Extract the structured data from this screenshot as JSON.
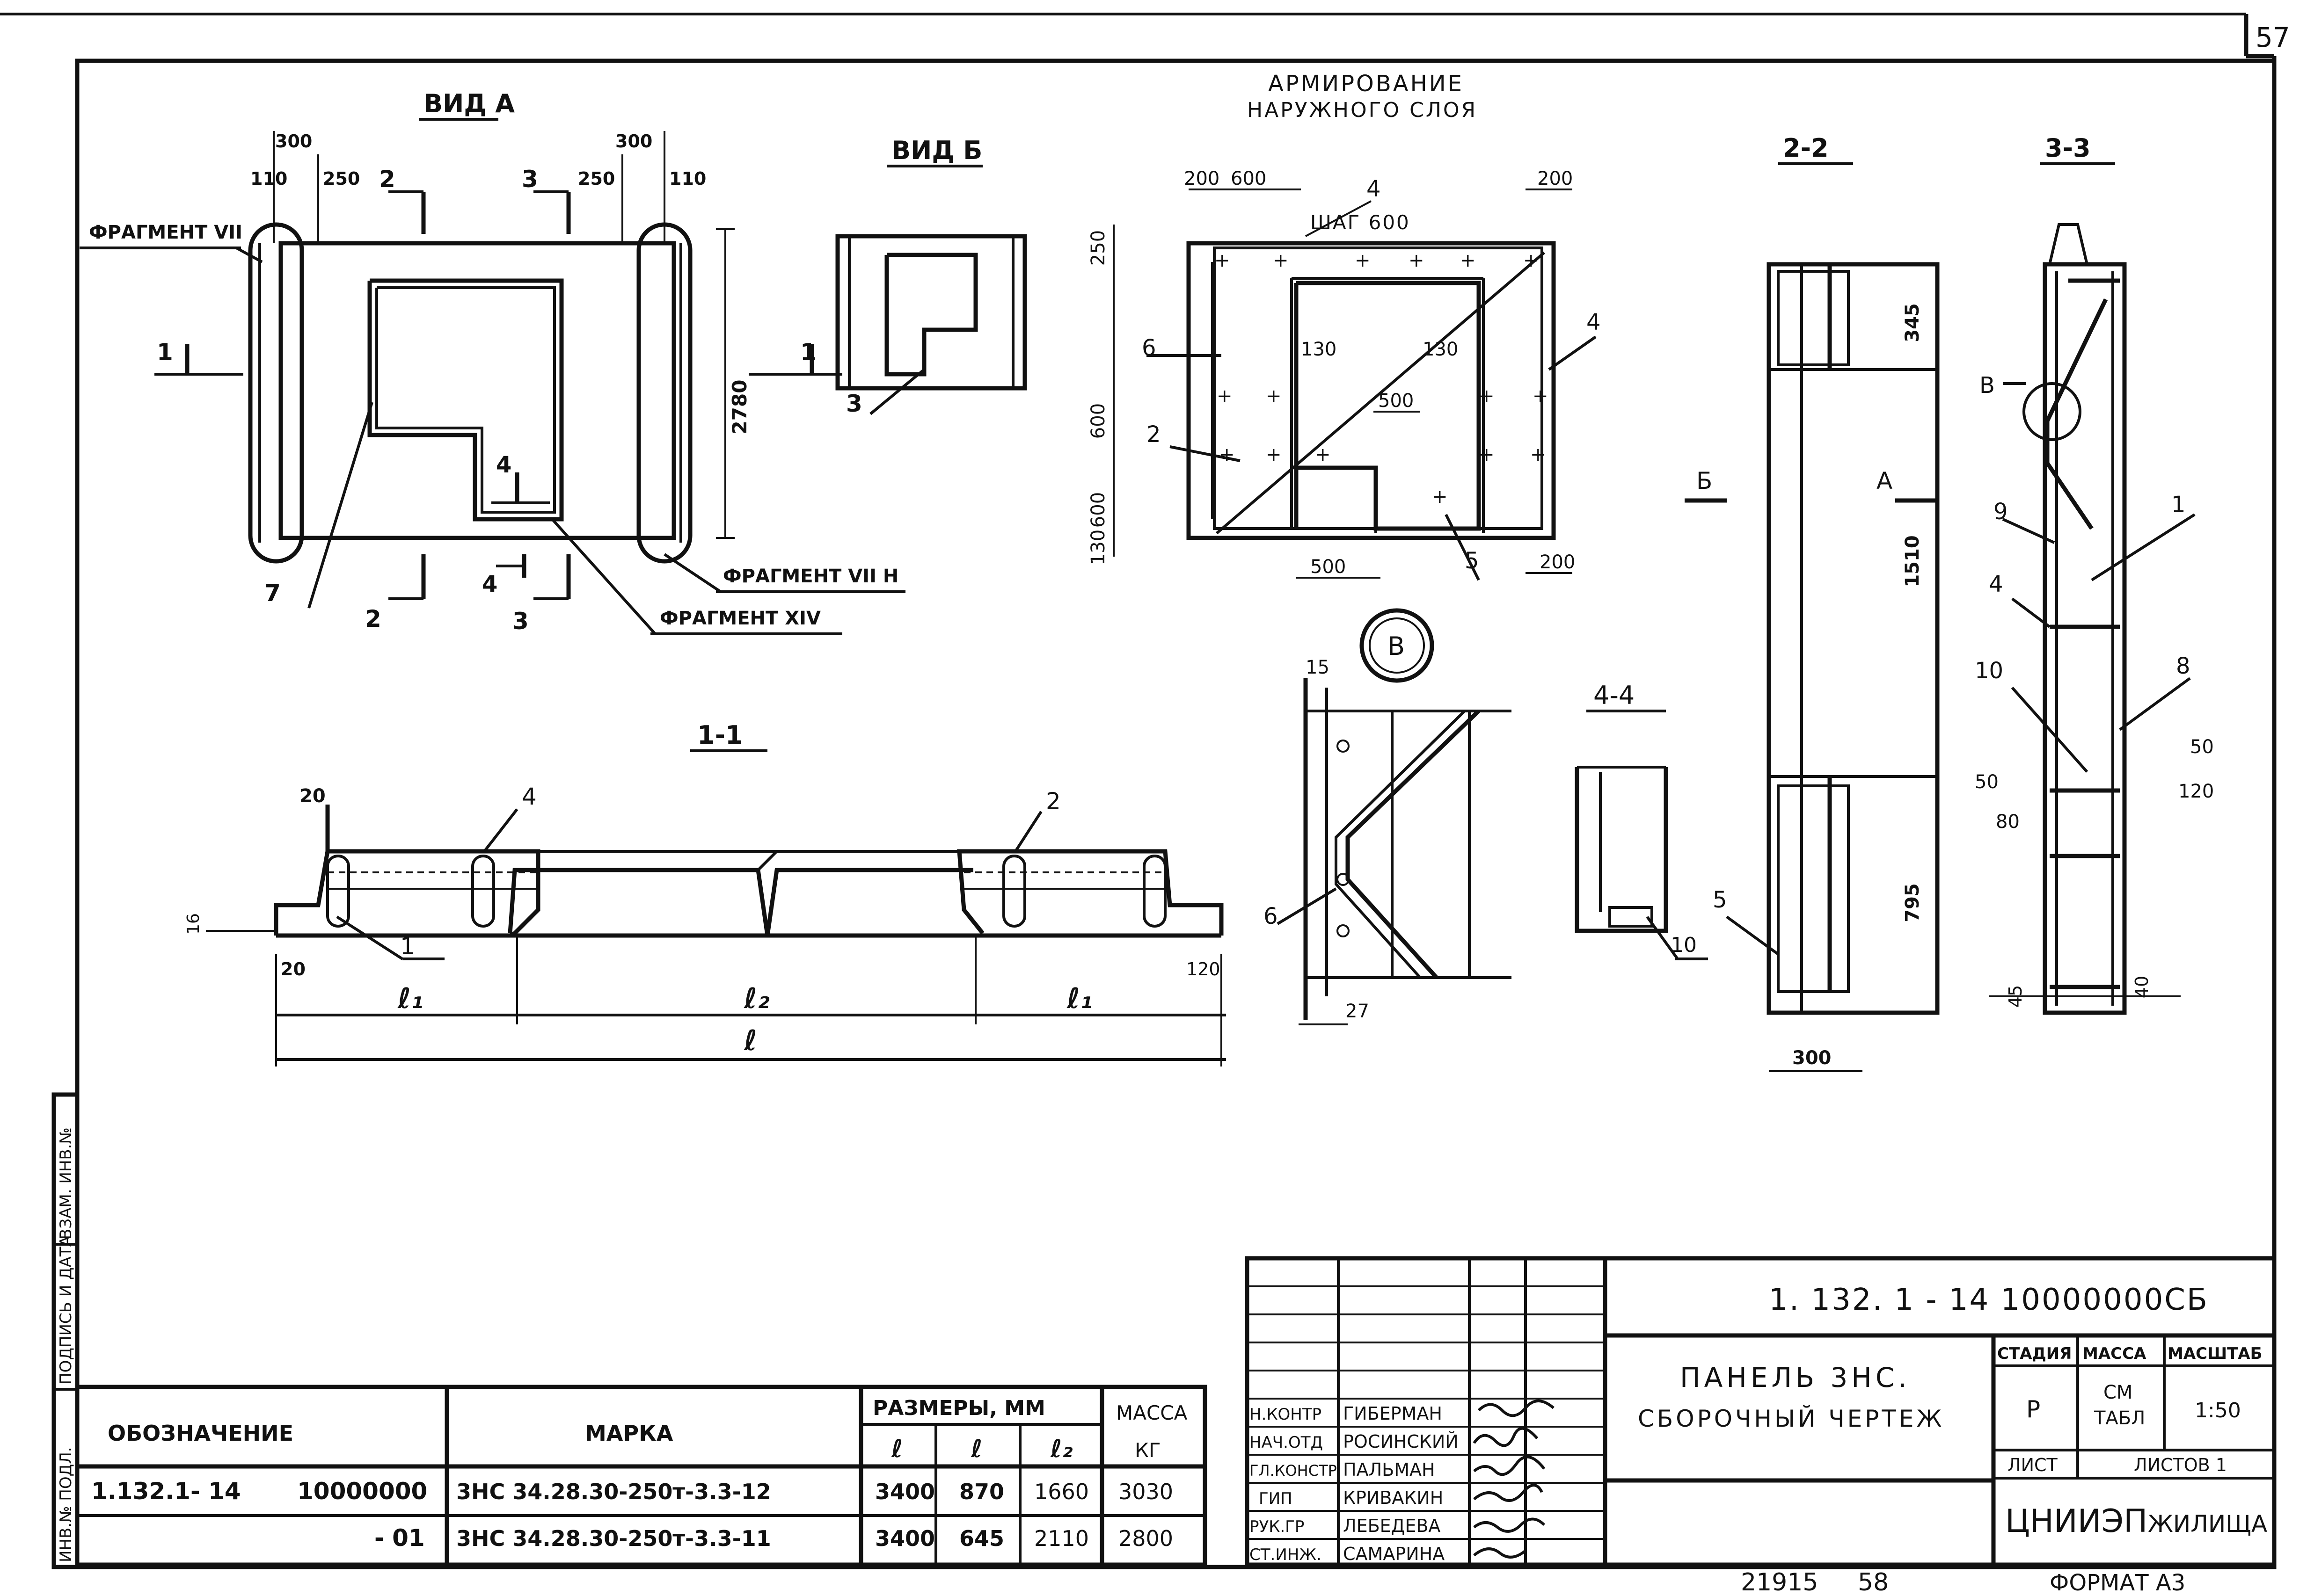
{
  "sheet": {
    "page_number": "57",
    "archive_number": "21915",
    "archive_page": "58",
    "format": "ФОРМАТ А3"
  },
  "titles": {
    "view_a": "ВИД А",
    "view_b": "ВИД Б",
    "reinforcement_line1": "АРМИРОВАНИЕ",
    "reinforcement_line2": "НАРУЖНОГО СЛОЯ",
    "section_2_2": "2-2",
    "section_3_3": "3-3",
    "section_1_1": "1-1",
    "section_4_4": "4-4",
    "node_v": "В"
  },
  "callouts": {
    "fragment_vii": "ФРАГМЕНТ VII",
    "fragment_vii_n": "ФРАГМЕНТ VII Н",
    "fragment_xiv": "ФРАГМЕНТ XIV",
    "step": "ШАГ 600",
    "arrow_b": "Б",
    "arrow_a": "А"
  },
  "dimensions": {
    "view_a_top_left": "300",
    "view_a_110_left": "110",
    "view_a_250_left": "250",
    "view_a_top_right": "300",
    "view_a_250_right": "250",
    "view_a_110_right": "110",
    "view_a_height": "2780",
    "reinf_200_left": "200",
    "reinf_600_left": "600",
    "reinf_200_right_top": "200",
    "reinf_250": "250",
    "reinf_600_a": "600",
    "reinf_600_b": "600",
    "reinf_130_bottom": "130",
    "reinf_130_a": "130",
    "reinf_130_b": "130",
    "reinf_500_mid": "500",
    "reinf_500_bottom": "500",
    "reinf_200_right_bottom": "200",
    "sec22_345": "345",
    "sec22_1510": "1510",
    "sec22_795": "795",
    "sec22_300": "300",
    "sec33_50_right": "50",
    "sec33_120": "120",
    "sec33_50_left": "50",
    "sec33_80": "80",
    "sec33_45": "45",
    "sec33_40": "40",
    "nodev_15": "15",
    "nodev_27": "27",
    "sec11_20_top": "20",
    "sec11_16": "16",
    "sec11_20_bottom": "20",
    "sec11_120": "120",
    "sec11_l1_left": "ℓ₁",
    "sec11_l2": "ℓ₂",
    "sec11_l1_right": "ℓ₁",
    "sec11_l": "ℓ"
  },
  "markers": {
    "sec1_left": "1",
    "sec1_right": "1",
    "sec2_top": "2",
    "sec2_bottom": "2",
    "sec3_top": "3",
    "sec3_bottom": "3",
    "sec4_mid": "4",
    "sec4_bottom": "4",
    "pos7": "7",
    "pos3": "3",
    "pos4_top": "4",
    "pos6": "6",
    "pos2": "2",
    "pos4_right": "4",
    "pos5": "5",
    "pos5_sec22": "5",
    "pos1_sec33": "1",
    "pos9": "9",
    "pos4_sec33": "4",
    "pos10_sec33": "10",
    "pos8": "8",
    "pos4_sec11": "4",
    "pos2_sec11": "2",
    "pos1_sec11": "1",
    "pos6_nodev": "6",
    "pos10_sec44": "10",
    "node_b_label": "В"
  },
  "spec_table": {
    "header": {
      "designation": "ОБОЗНАЧЕНИЕ",
      "mark": "МАРКА",
      "dims": "РАЗМЕРЫ, ММ",
      "mass": "МАССА",
      "l": "ℓ",
      "b": "ℓ",
      "l2": "ℓ₂",
      "kg": "КГ"
    },
    "rows": [
      {
        "designation_a": "1.132.1- 14",
        "designation_b": "10000000",
        "mark": "3НС 34.28.30-250т-3.3-12",
        "l": "3400",
        "b": "870",
        "l2": "1660",
        "mass": "3030"
      },
      {
        "designation_a": "",
        "designation_b": "- 01",
        "mark": "3НС 34.28.30-250т-3.3-11",
        "l": "3400",
        "b": "645",
        "l2": "2110",
        "mass": "2800"
      }
    ]
  },
  "side_stamp": {
    "inv_orig": "ИНВ.№ ПОДЛ.",
    "sign_date": "ПОДПИСЬ И ДАТА",
    "inv_repl": "ВЗАМ. ИНВ.№"
  },
  "title_block": {
    "code": "1. 132. 1 - 14    10000000СБ",
    "name_line1": "ПАНЕЛЬ 3НС.",
    "name_line2": "СБОРОЧНЫЙ ЧЕРТЕЖ",
    "stage_hdr": "СТАДИЯ",
    "mass_hdr": "МАССА",
    "scale_hdr": "МАСШТАБ",
    "stage": "Р",
    "mass_line1": "СМ",
    "mass_line2": "ТАБЛ",
    "scale": "1:50",
    "sheet_hdr": "ЛИСТ",
    "sheets_hdr": "ЛИСТОВ 1",
    "org_main": "ЦНИИЭП",
    "org_sub": "ЖИЛИЩА",
    "staff": [
      {
        "role": "Н.КОНТР",
        "name": "ГИБЕРМАН"
      },
      {
        "role": "НАЧ.ОТД",
        "name": "РОСИНСКИЙ"
      },
      {
        "role": "ГЛ.КОНСТР",
        "name": "ПАЛЬМАН"
      },
      {
        "role": "ГИП",
        "name": "КРИВАКИН"
      },
      {
        "role": "РУК.ГР",
        "name": "ЛЕБЕДЕВА"
      },
      {
        "role": "СТ.ИНЖ.",
        "name": "САМАРИНА"
      }
    ]
  }
}
